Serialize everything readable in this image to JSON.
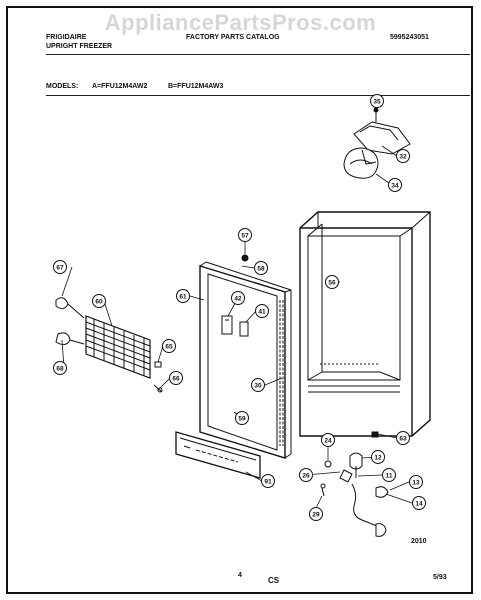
{
  "header": {
    "watermark": "AppliancePartsPros.com",
    "brand": "FRIGIDAIRE",
    "product": "UPRIGHT FREEZER",
    "catalog": "FACTORY PARTS CATALOG",
    "doc_number": "5995243051",
    "models_label": "MODELS:",
    "model_a": "A=FFU12M4AW2",
    "model_b": "B=FFU12M4AW3"
  },
  "callouts": [
    "35",
    "32",
    "34",
    "57",
    "58",
    "56",
    "67",
    "60",
    "61",
    "42",
    "41",
    "68",
    "65",
    "66",
    "59",
    "30",
    "24",
    "63",
    "12",
    "26",
    "11",
    "13",
    "14",
    "29",
    "91"
  ],
  "footer": {
    "figure_code": "2010",
    "page": "4",
    "section": "CS",
    "date": "5/93"
  },
  "colors": {
    "ink": "#111111",
    "watermark": "#d6d6d6",
    "paper": "#ffffff"
  }
}
